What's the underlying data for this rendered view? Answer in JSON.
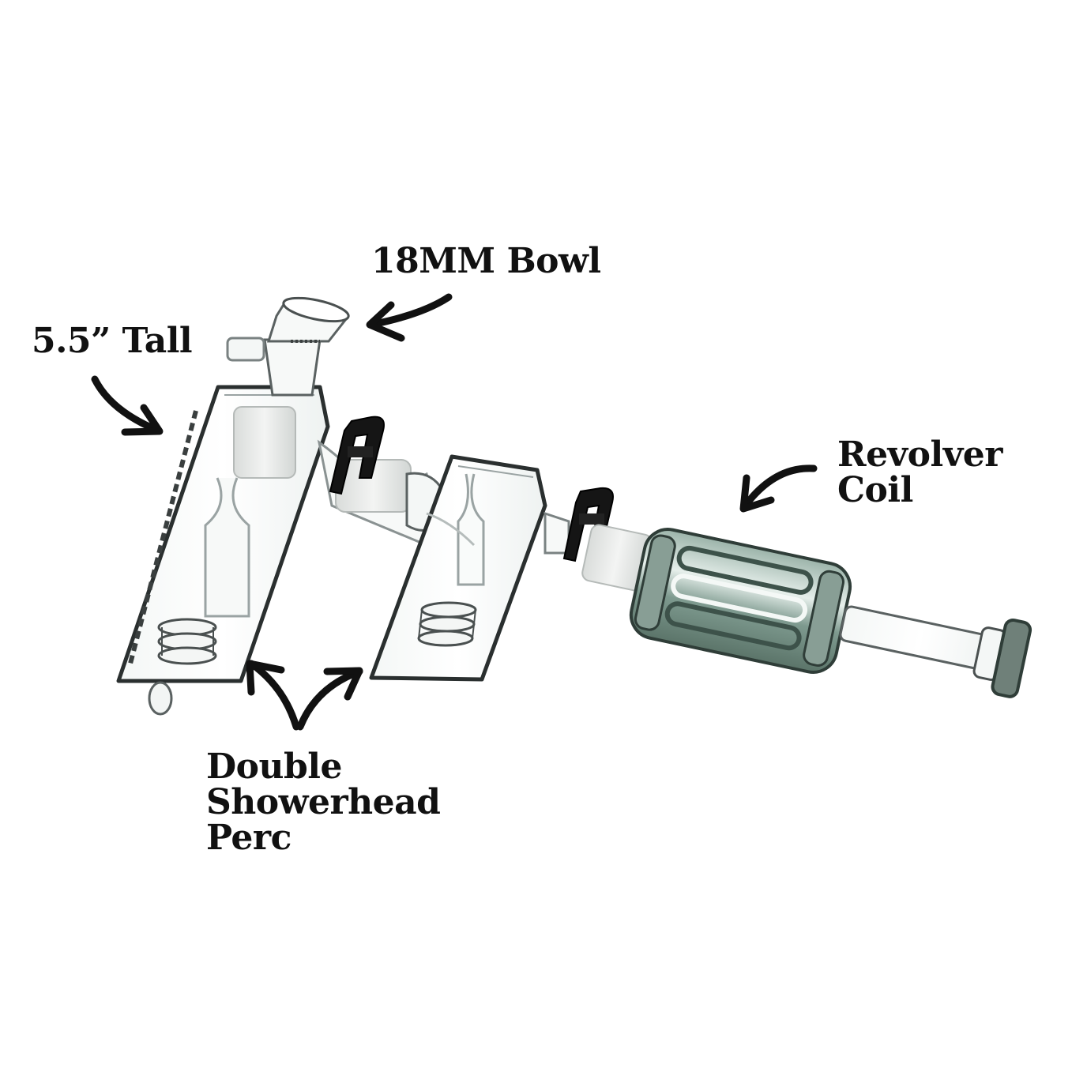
{
  "labels": {
    "bowl": "18MM Bowl",
    "height": "5.5” Tall",
    "coil": [
      "Revolver",
      "Coil"
    ],
    "perc": [
      "Double",
      "Showerhead",
      "Perc"
    ]
  },
  "colors": {
    "background": "#ffffff",
    "text": "#111111",
    "arrow": "#111111",
    "glass_edge": "#9aa3a3",
    "glass_dark": "#2a2f2f",
    "glass_tint": "#cfe0d8",
    "coil_green": "#6f8a80",
    "frosted_joint": "#e4e6e4",
    "clip": "#151515"
  },
  "icons": {
    "clip_1": "keck-clip-icon",
    "clip_2": "keck-clip-icon"
  }
}
